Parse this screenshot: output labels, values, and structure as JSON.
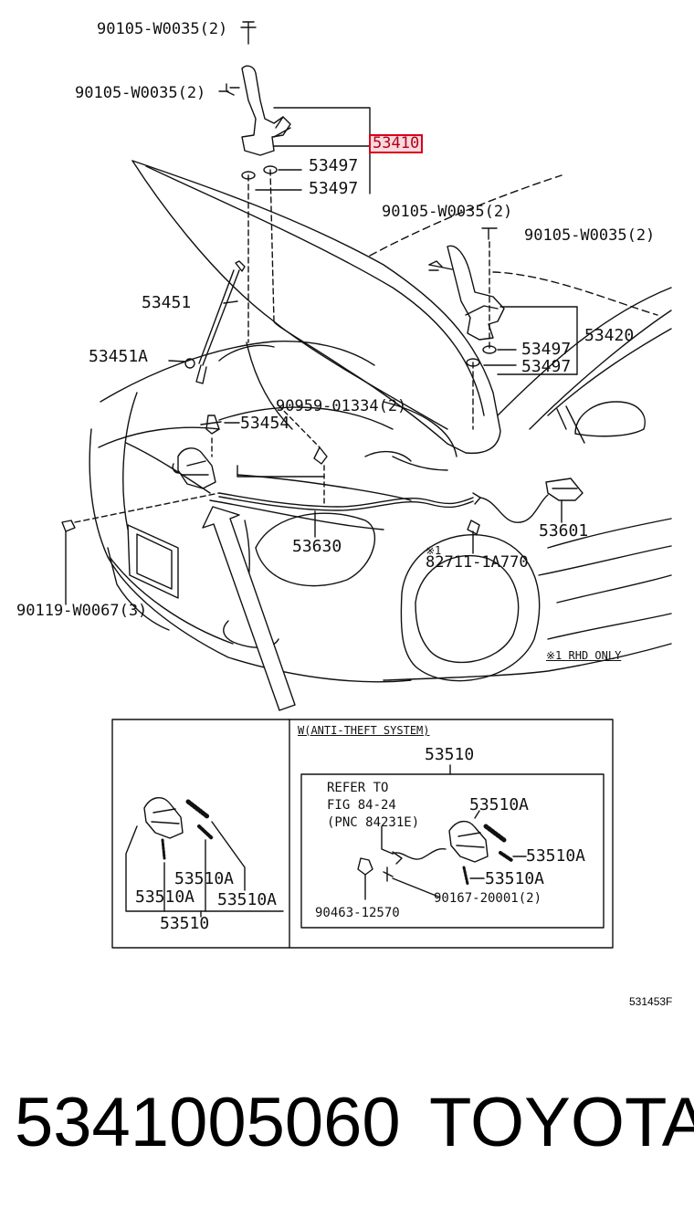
{
  "diagram": {
    "part_labels": {
      "hinge_bolt_top": "90105-W0035(2)",
      "hinge_bolt_left": "90105-W0035(2)",
      "hinge_left": "53410",
      "cushion_left_a": "53497",
      "cushion_left_b": "53497",
      "hinge_bolt_right_a": "90105-W0035(2)",
      "hinge_bolt_right_b": "90105-W0035(2)",
      "hinge_right": "53420",
      "cushion_right_a": "53497",
      "cushion_right_b": "53497",
      "hood_support": "53451",
      "support_grommet": "53451A",
      "clip": "90959-01334(2)",
      "lock_bracket": "53454",
      "release_cable": "53630",
      "release_lever": "53601",
      "switch": "82711-1A770",
      "switch_mark": "※1",
      "bumper_bolt": "90119-W0067(3)",
      "rhd_note": "※1 RHD ONLY"
    },
    "inset": {
      "left_main": "53510",
      "left_spring_a": "53510A",
      "left_spring_b": "53510A",
      "left_spring_c": "53510A",
      "anti_theft_title": "W(ANTI-THEFT SYSTEM)",
      "right_main": "53510",
      "refer_line1": "REFER TO",
      "refer_line2": "FIG 84-24",
      "refer_line3": "(PNC 84231E)",
      "right_spring_a": "53510A",
      "right_spring_b": "53510A",
      "right_spring_c": "53510A",
      "right_clamp": "90463-12570",
      "right_screw": "90167-20001(2)"
    },
    "figure_code": "531453F"
  },
  "footer": {
    "part_number": "5341005060",
    "brand": "TOYOTA"
  },
  "colors": {
    "line": "#111111",
    "highlight_border": "#d9001b",
    "highlight_fill": "#f7d9de"
  }
}
